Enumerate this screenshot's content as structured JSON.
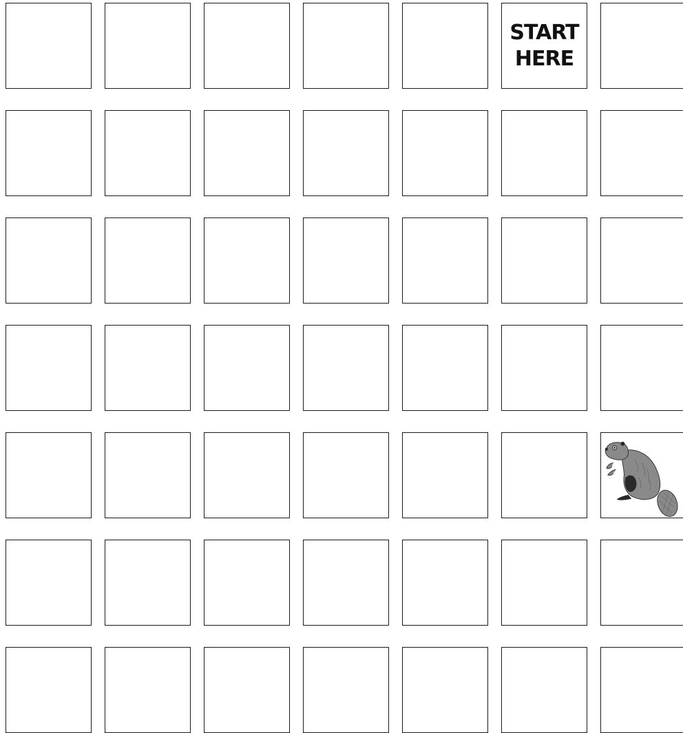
{
  "board": {
    "rows": 7,
    "cols": 7,
    "start_cell": {
      "row": 0,
      "col": 5,
      "label_lines": [
        "START",
        "HERE"
      ]
    },
    "beaver_cell": {
      "row": 4,
      "col": 6,
      "icon": "beaver-icon"
    }
  },
  "colors": {
    "border": "#1a1a1a",
    "background": "#ffffff",
    "beaver_fur": "#8a8a8a",
    "beaver_dark": "#2a2a2a"
  }
}
